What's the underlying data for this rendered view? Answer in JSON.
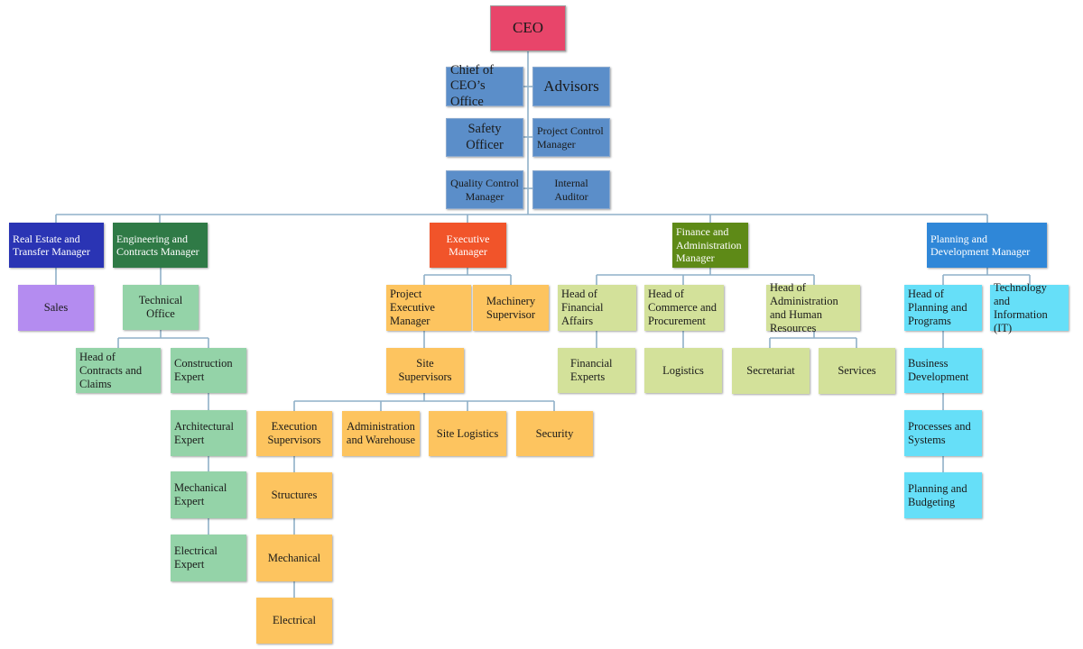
{
  "colors": {
    "ceo": "#e8456a",
    "top_staff": "#5b8ec9",
    "real_estate": "#2a34b4",
    "engineering": "#2f7a46",
    "executive": "#f1542a",
    "finance": "#5e8a17",
    "planning": "#2f87d8",
    "sales": "#b48cf0",
    "engineering_units": "#94d3a8",
    "executive_units": "#fdc45f",
    "finance_units": "#d3e19a",
    "planning_units": "#66dff8",
    "connector": "#8fb0c8"
  },
  "ceo": "CEO",
  "staff": {
    "chief_office": "Chief of CEO’s Office",
    "advisors": "Advisors",
    "safety_officer": "Safety Officer",
    "project_control": "Project Control Manager",
    "quality_control": "Quality Control Manager",
    "internal_auditor": "Internal Auditor"
  },
  "real_estate": {
    "head": "Real Estate and Transfer Manager",
    "sales": "Sales"
  },
  "engineering": {
    "head": "Engineering and Contracts Manager",
    "technical_office": "Technical Office",
    "contracts_claims": "Head of Contracts and Claims",
    "construction_expert": "Construction Expert",
    "architectural_expert": "Architectural Expert",
    "mechanical_expert": "Mechanical Expert",
    "electrical_expert": "Electrical Expert"
  },
  "executive": {
    "head": "Executive Manager",
    "project_executive": "Project Executive Manager",
    "machinery_supervisor": "Machinery Supervisor",
    "site_supervisors": "Site Supervisors",
    "execution_supervisors": "Execution Supervisors",
    "admin_warehouse": "Administration and Warehouse",
    "site_logistics": "Site Logistics",
    "security": "Security",
    "structures": "Structures",
    "mechanical": "Mechanical",
    "electrical": "Electrical"
  },
  "finance": {
    "head": "Finance and Administration Manager",
    "financial_affairs": "Head of Financial Affairs",
    "commerce_procurement": "Head of Commerce and Procurement",
    "admin_hr": "Head of Administration and Human Resources",
    "financial_experts": "Financial Experts",
    "logistics": "Logistics",
    "secretariat": "Secretariat",
    "services": "Services"
  },
  "planning": {
    "head": "Planning and Development Manager",
    "planning_programs": "Head of Planning and Programs",
    "it": "Technology and Information (IT)",
    "business_development": "Business Development",
    "processes_systems": "Processes and Systems",
    "planning_budgeting": "Planning and Budgeting"
  }
}
